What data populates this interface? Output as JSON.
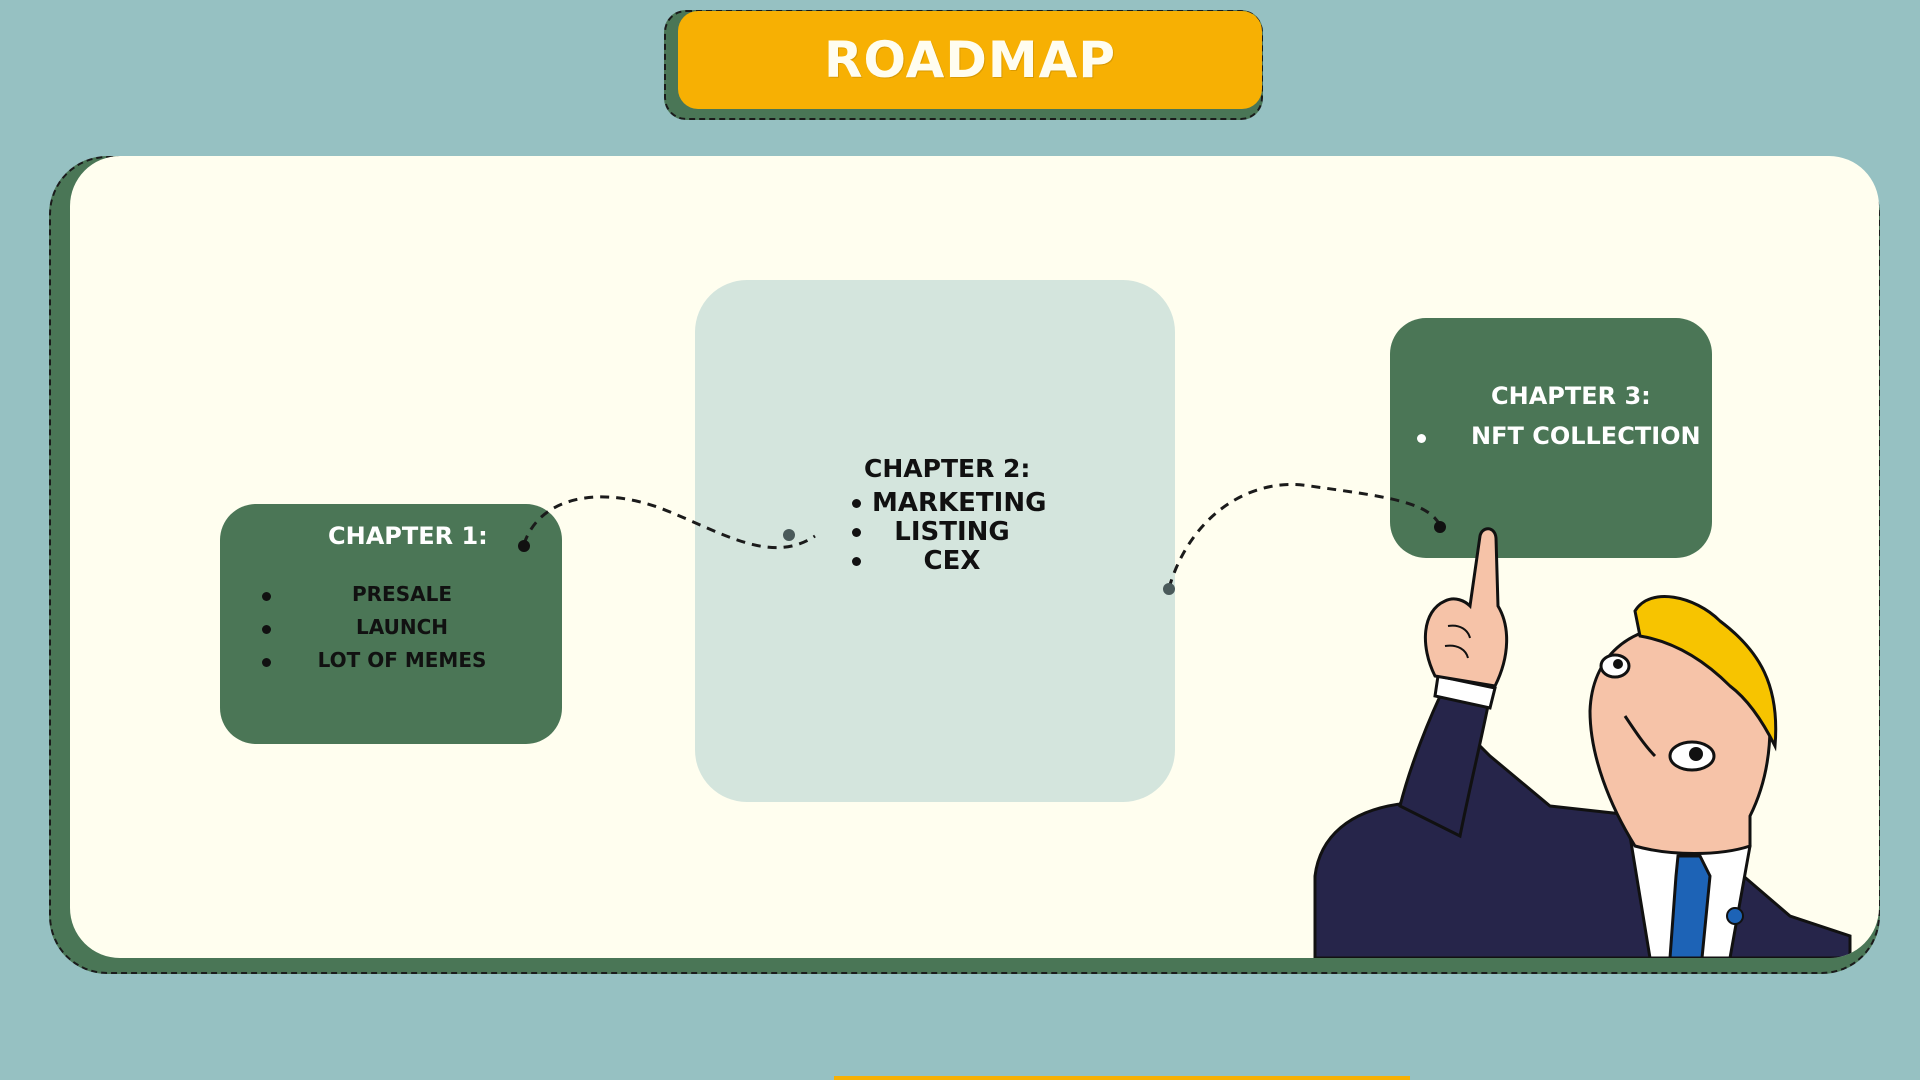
{
  "page": {
    "title": "ROADMAP"
  },
  "chapters": [
    {
      "title": "CHAPTER 1:",
      "items": [
        "PRESALE",
        "LAUNCH",
        "LOT OF MEMES"
      ]
    },
    {
      "title": "CHAPTER 2:",
      "items": [
        "MARKETING",
        "LISTING",
        "CEX"
      ]
    },
    {
      "title": "CHAPTER 3:",
      "items": [
        "NFT COLLECTION"
      ]
    }
  ],
  "colors": {
    "background": "#96c1c2",
    "accent": "#f7b003",
    "dark_green": "#4b7656",
    "board": "#fffeef",
    "light_card": "#d4e5dd"
  },
  "mascot": {
    "icon": "pointing-businessman-mascot"
  }
}
